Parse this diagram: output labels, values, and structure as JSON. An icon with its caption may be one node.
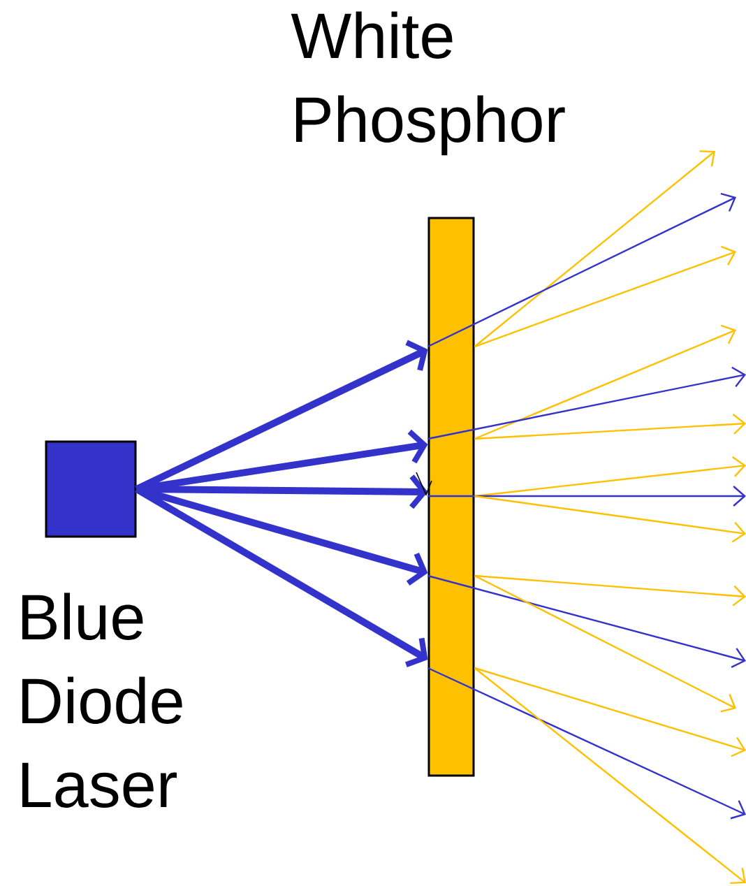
{
  "diagram": {
    "nodes": [
      {
        "text": [
          "Blue Diode Laser"
        ]
      },
      {
        "text": [
          "White Phosphor"
        ]
      }
    ],
    "edges": [
      {
        "from": 0,
        "to": 1,
        "arrow": "to",
        "style": "thick",
        "color": "#3333cc"
      },
      {
        "from": 0,
        "to": 1,
        "arrow": "to",
        "style": "thick",
        "color": "#3333cc"
      },
      {
        "from": 0,
        "to": 1,
        "arrow": "to",
        "style": "thick",
        "color": "#3333cc"
      },
      {
        "from": 0,
        "to": 1,
        "arrow": "to",
        "style": "thick",
        "color": "#3333cc"
      },
      {
        "from": 0,
        "to": 1,
        "arrow": "to",
        "style": "thick",
        "color": "#3333cc"
      },
      {
        "from": 1,
        "to": null,
        "arrow": "to",
        "color": "#ffc000"
      },
      {
        "from": 1,
        "to": null,
        "arrow": "to",
        "color": "#3333cc"
      },
      {
        "from": 1,
        "to": null,
        "arrow": "to",
        "color": "#ffc000"
      },
      {
        "from": 1,
        "to": null,
        "arrow": "to",
        "color": "#ffc000"
      },
      {
        "from": 1,
        "to": null,
        "arrow": "to",
        "color": "#3333cc"
      },
      {
        "from": 1,
        "to": null,
        "arrow": "to",
        "color": "#ffc000"
      },
      {
        "from": 1,
        "to": null,
        "arrow": "to",
        "color": "#ffc000"
      },
      {
        "from": 1,
        "to": null,
        "arrow": "to",
        "color": "#3333cc"
      },
      {
        "from": 1,
        "to": null,
        "arrow": "to",
        "color": "#ffc000"
      },
      {
        "from": 1,
        "to": null,
        "arrow": "to",
        "color": "#ffc000"
      },
      {
        "from": 1,
        "to": null,
        "arrow": "to",
        "color": "#3333cc"
      },
      {
        "from": 1,
        "to": null,
        "arrow": "to",
        "color": "#ffc000"
      },
      {
        "from": 1,
        "to": null,
        "arrow": "to",
        "color": "#ffc000"
      },
      {
        "from": 1,
        "to": null,
        "arrow": "to",
        "color": "#3333cc"
      },
      {
        "from": 1,
        "to": null,
        "arrow": "to",
        "color": "#ffc000"
      }
    ]
  }
}
